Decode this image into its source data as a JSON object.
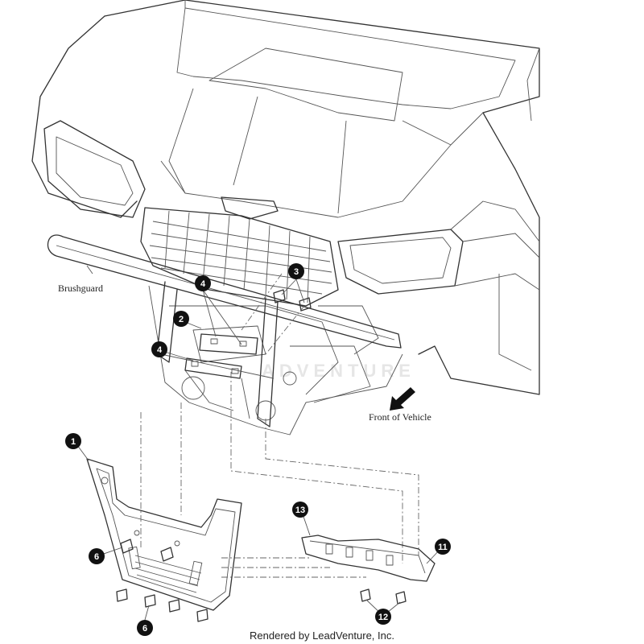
{
  "diagram": {
    "labels": {
      "brushguard": "Brushguard",
      "front_of_vehicle": "Front of Vehicle",
      "watermark": "ADVENTURE"
    },
    "callouts": [
      {
        "id": "1"
      },
      {
        "id": "2"
      },
      {
        "id": "3"
      },
      {
        "id": "4"
      },
      {
        "id": "4"
      },
      {
        "id": "6"
      },
      {
        "id": "6"
      },
      {
        "id": "11"
      },
      {
        "id": "12"
      },
      {
        "id": "13"
      }
    ],
    "footer": "Rendered by LeadVenture, Inc."
  }
}
